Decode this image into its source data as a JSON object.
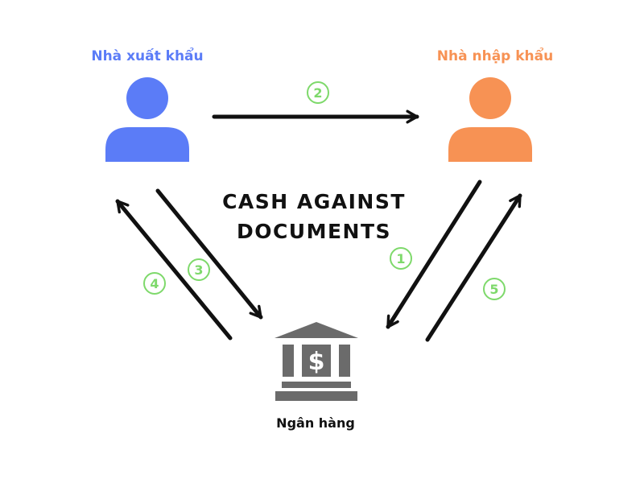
{
  "colors": {
    "exporter": "#5B7CF7",
    "importer": "#F79254",
    "bank": "#6B6B6B",
    "arrow": "#111111",
    "step": "#7ED96B"
  },
  "parties": {
    "exporter": {
      "label": "Nhà xuất khẩu",
      "icon": "person-icon"
    },
    "importer": {
      "label": "Nhà nhập khẩu",
      "icon": "person-icon"
    },
    "bank": {
      "label": "Ngân hàng",
      "icon": "bank-icon"
    }
  },
  "title": "CASH AGAINST DOCUMENTS",
  "steps": [
    {
      "number": "1",
      "from": "importer",
      "to": "bank"
    },
    {
      "number": "2",
      "from": "exporter",
      "to": "importer"
    },
    {
      "number": "3",
      "from": "exporter",
      "to": "bank"
    },
    {
      "number": "4",
      "from": "bank",
      "to": "exporter"
    },
    {
      "number": "5",
      "from": "bank",
      "to": "importer"
    }
  ]
}
